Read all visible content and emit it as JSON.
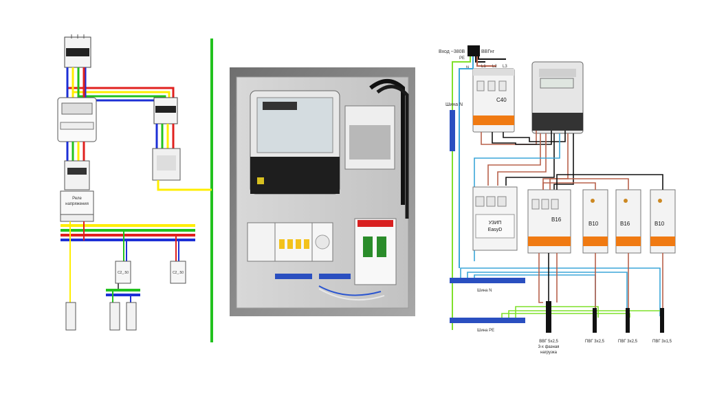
{
  "left_diagram": {
    "relay_label_line1": "Реле",
    "relay_label_line2": "напряжения",
    "breaker_small_1": "C2_.50",
    "breaker_small_2": "C2_.50"
  },
  "photo": {
    "description_none": ""
  },
  "right_diagram": {
    "input_label": "Вход ~380В",
    "cable_label": "ВВГнг",
    "pe_label": "PE",
    "n_label": "N",
    "l1": "L1",
    "l2": "L2",
    "l3": "L3",
    "shina_n": "Шина N",
    "main_breaker": "C40",
    "uzip_line1": "УЗИП",
    "uzip_line2": "EasyD",
    "b16": "B16",
    "b10a": "B10",
    "b16b": "B16",
    "b10b": "B10",
    "shina_n_bottom": "Шина N",
    "shina_pe": "Шина PE",
    "cable1_line1": "ВВГ 5х2,5",
    "cable1_line2": "3-х фазная",
    "cable1_line3": "нагрузка",
    "cable2": "ПВГ 3х2,5",
    "cable3": "ПВГ 3х2,5",
    "cable4": "ПВГ 3х1,5"
  },
  "colors": {
    "red": "#e0201e",
    "yellow": "#ffee00",
    "green": "#22c21e",
    "blue": "#1c2fd6",
    "black": "#111111",
    "lightblue": "#3aa6d8",
    "brown": "#b8604a",
    "lime": "#7fe02a"
  }
}
